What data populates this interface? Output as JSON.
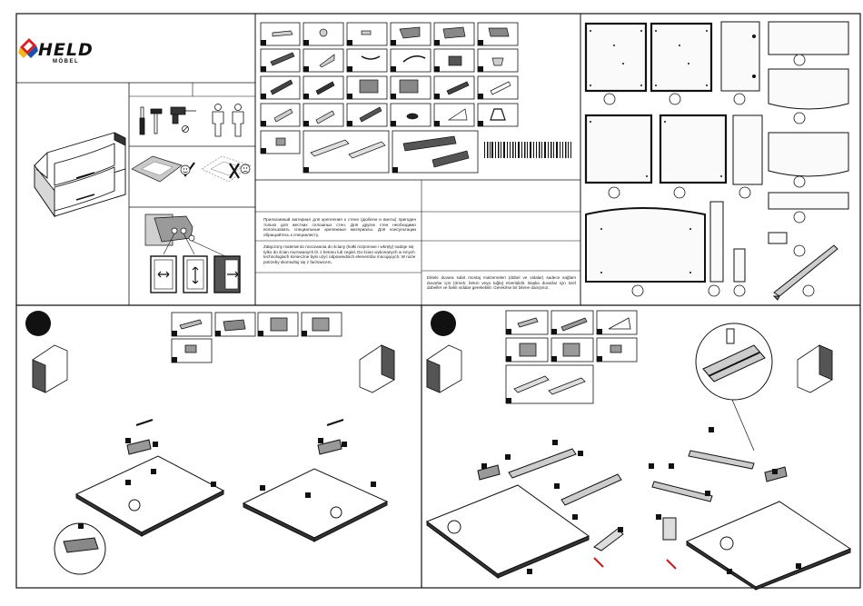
{
  "brand": {
    "name": "HELD",
    "sub": "MÖBEL",
    "mark_colors": [
      "#d42020",
      "#1f4fa8",
      "#f2b81c"
    ]
  },
  "notes": {
    "russian": "Прилагаемый материал для крепления к стене (дюбели и винты) пригоден только для жестких сплошных стен. Для других стен необходимо использовать специальные крепежные материалы. Для консультации обращайтесь к специалисту.",
    "polish": "Załączony materiał do mocowania do ściany (kołki rozporowe i wkręty) nadaje się tylko do ścian murowanych lit. z betonu lub cegieł. Do ścian wykonanych w innych technologiach konieczne było użyć odpowiednich elementów mocujących. W razie potrzeby skonsultuj się z fachowcem.",
    "turkish": "Ekteki duvara sabit montaj malzemeleri (dübel ve vidalar) sadece sağlam duvarlar için (örnek: beton veya tuğla) elverişlidir. Başka duvarlar için özel dübeller ve farklı vidalar gerekebilir. Gerekirse bir bilene danışınız."
  },
  "icons": {
    "happy": "smiley-face-icon",
    "sad": "sad-face-icon",
    "check": "check-mark-icon",
    "cross": "cross-mark-icon",
    "step_badge": "step-number-badge"
  },
  "colors": {
    "line": "#111111",
    "panel_fill": "#f4f4f4",
    "shade": "#b8b8b8",
    "dark": "#3a3a3a",
    "accent_red": "#c41f1f",
    "accent_blue": "#2049a6",
    "accent_yellow": "#f2b81c"
  }
}
